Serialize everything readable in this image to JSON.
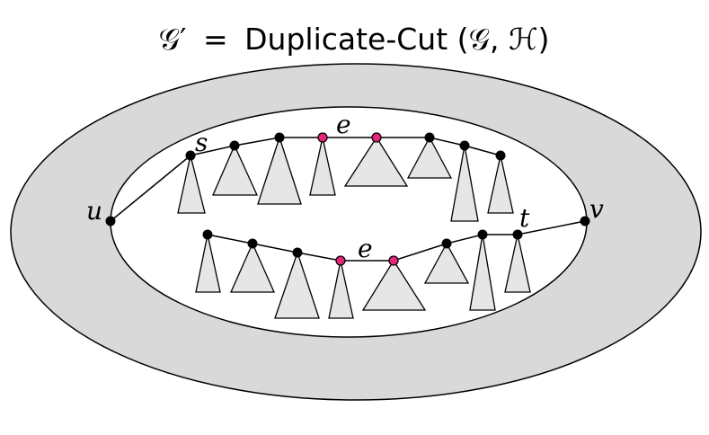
{
  "title": {
    "lhs": "𝒢′",
    "equals": "=",
    "func": "Duplicate-Cut",
    "args": "(𝒢, ℋ)"
  },
  "labels": {
    "u": "u",
    "v": "v",
    "s": "s",
    "t": "t",
    "e_top": "e",
    "e_bottom": "e"
  },
  "colors": {
    "ring_fill": "#d9d9d9",
    "hole_fill": "#ffffff",
    "tree_fill": "#e6e6e6",
    "vertex": "#000000",
    "cut_vertex": "#e6267a"
  }
}
